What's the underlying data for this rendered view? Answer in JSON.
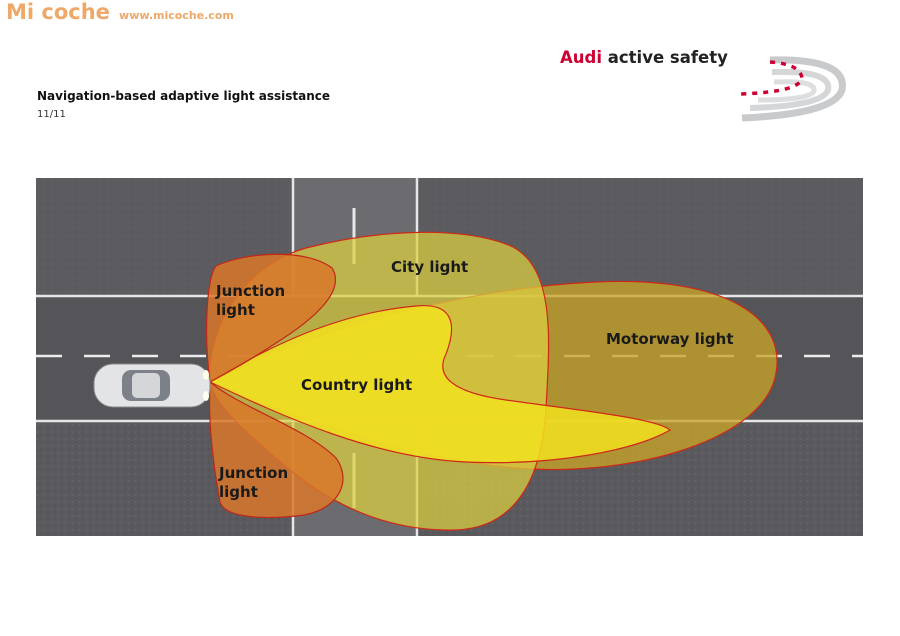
{
  "watermark": {
    "name": "Mi coche",
    "url": "www.micoche.com"
  },
  "brand": {
    "audi": "Audi",
    "rest": "active safety"
  },
  "header": {
    "title": "Navigation-based adaptive light assistance",
    "page": "11/11"
  },
  "labels": {
    "junction_top_1": "Junction",
    "junction_top_2": "light",
    "city": "City light",
    "motorway": "Motorway light",
    "country": "Country light",
    "junction_bottom_1": "Junction",
    "junction_bottom_2": "light"
  },
  "colors": {
    "audi_red": "#cc0033",
    "watermark": "#f0a868",
    "junction_light": "#d8772a",
    "city_light": "#dcd040",
    "motorway_light": "#c8a428",
    "country_light": "#f2e020",
    "road": "#58585c"
  }
}
